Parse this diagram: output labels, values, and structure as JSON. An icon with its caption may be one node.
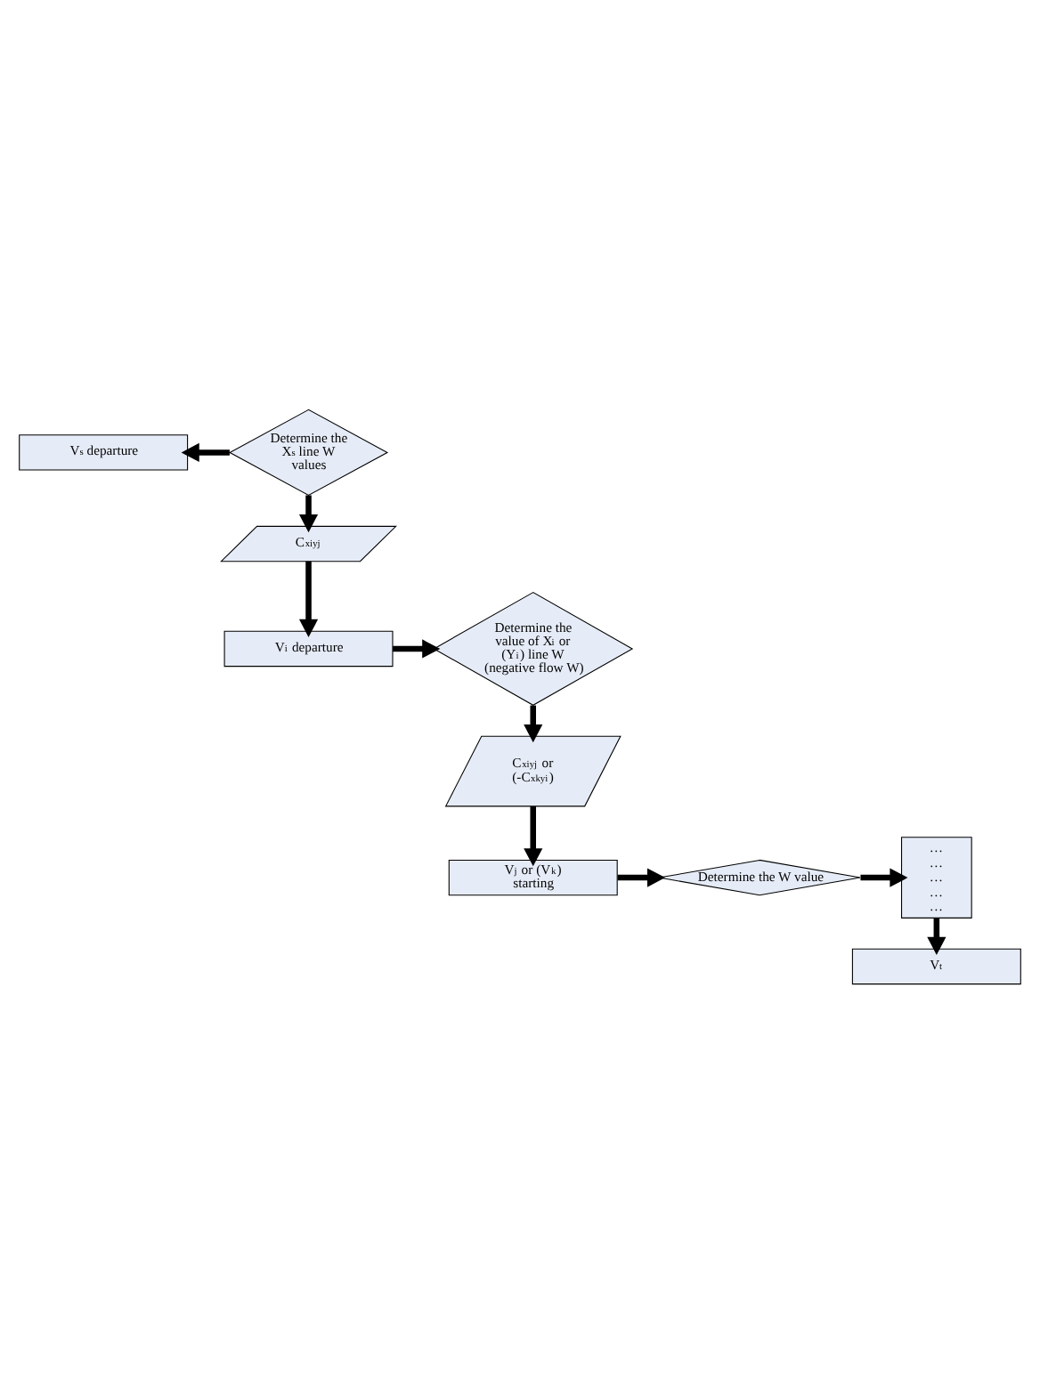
{
  "diagram": {
    "nodes": [
      {
        "text": [
          "V$_{s}$ departure"
        ]
      },
      {
        "text": [
          "Determine the X$_{s}$ line W values"
        ]
      },
      {
        "text": [
          "C$_{xiyj}$"
        ]
      },
      {
        "text": [
          "V$_{i}$ departure"
        ]
      },
      {
        "text": [
          "Determine the value of X$_{i}$ or (Y$_{i}$) line W (negative flow W)"
        ]
      },
      {
        "text": [
          "C$_{xiyj}$ or (-C$_{xkyi}$)"
        ]
      },
      {
        "text": [
          "V$_{j}$ or (V$_{k}$) starting"
        ]
      },
      {
        "text": [
          "Determine the W value"
        ]
      },
      {
        "text": [
          "… … … … …"
        ]
      },
      {
        "text": [
          "V$_{t}$"
        ]
      }
    ],
    "edges": [
      {
        "from": 1,
        "to": 0,
        "arrow": "to"
      },
      {
        "from": 1,
        "to": 2,
        "arrow": "to"
      },
      {
        "from": 2,
        "to": 3,
        "arrow": "to"
      },
      {
        "from": 3,
        "to": 4,
        "arrow": "to"
      },
      {
        "from": 4,
        "to": 5,
        "arrow": "to"
      },
      {
        "from": 5,
        "to": 6,
        "arrow": "to"
      },
      {
        "from": 6,
        "to": 7,
        "arrow": "to"
      },
      {
        "from": 7,
        "to": 8,
        "arrow": "to"
      },
      {
        "from": 8,
        "to": 9,
        "arrow": "to"
      }
    ]
  }
}
